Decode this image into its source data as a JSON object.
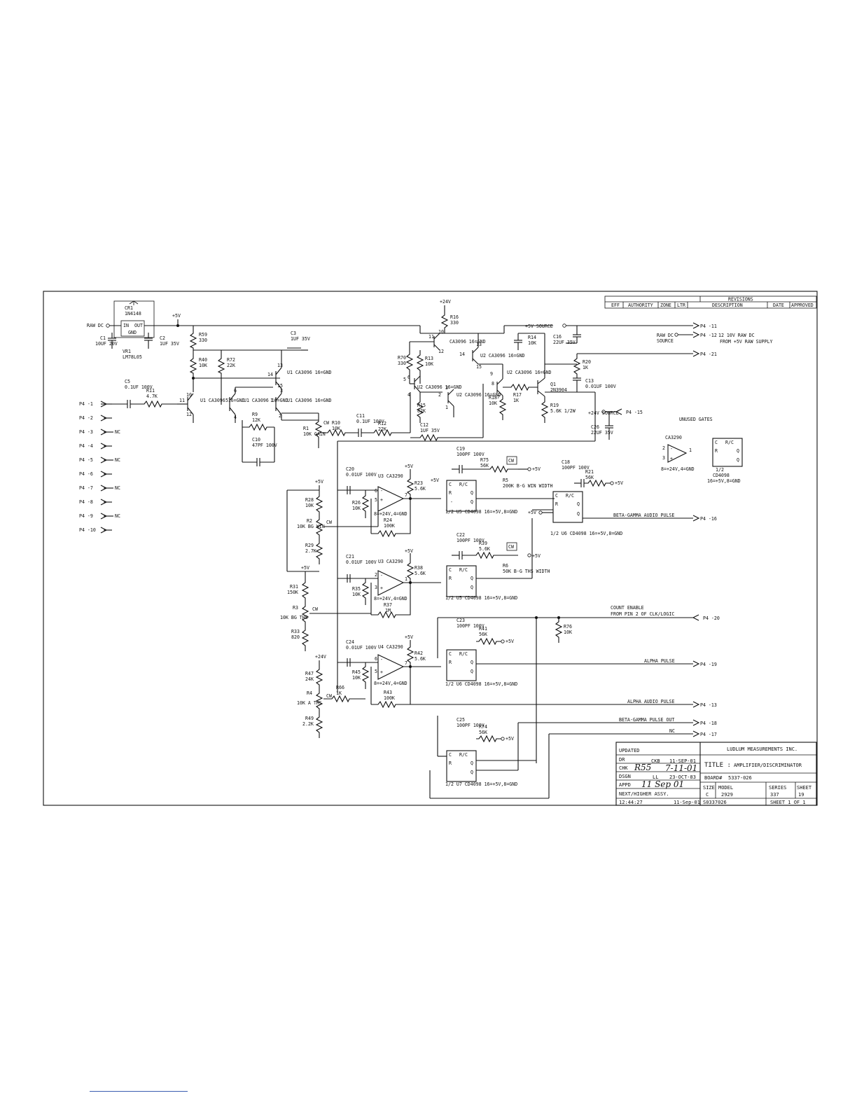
{
  "revisions": {
    "title": "REVISIONS",
    "columns": [
      "EFF",
      "AUTHORITY",
      "ZONE",
      "LTR",
      "DESCRIPTION",
      "DATE",
      "APPROVED"
    ]
  },
  "connector_pins": [
    {
      "label": "P4 -1",
      "nc": ""
    },
    {
      "label": "P4 -2",
      "nc": ""
    },
    {
      "label": "P4 -3",
      "nc": "NC"
    },
    {
      "label": "P4 -4",
      "nc": ""
    },
    {
      "label": "P4 -5",
      "nc": "NC"
    },
    {
      "label": "P4 -6",
      "nc": ""
    },
    {
      "label": "P4 -7",
      "nc": "NC"
    },
    {
      "label": "P4 -8",
      "nc": ""
    },
    {
      "label": "P4 -9",
      "nc": "NC"
    },
    {
      "label": "P4 -10",
      "nc": ""
    }
  ],
  "right_outputs": [
    {
      "pin": "P4 -11",
      "label": "+5V SOURCE"
    },
    {
      "pin": "P4 -12",
      "label": "12 10V RAW DC"
    },
    {
      "pin": "P4 -21",
      "label": ""
    },
    {
      "pin": "P4 -15",
      "label": "+24V SOURCE"
    },
    {
      "pin": "P4 -16",
      "label": "BETA-GAMMA AUDIO PULSE"
    },
    {
      "pin": "P4 -20",
      "label": "COUNT ENABLE FROM PIN 2 OF CLK/LOGIC"
    },
    {
      "pin": "P4 -19",
      "label": "ALPHA PULSE"
    },
    {
      "pin": "P4 -13",
      "label": "ALPHA AUDIO PULSE"
    },
    {
      "pin": "P4 -18",
      "label": "BETA-GAMMA PULSE OUT"
    },
    {
      "pin": "P4 -17",
      "label": "NC"
    }
  ],
  "text_raw_supply": "FROM +5V RAW SUPPLY",
  "text_raw_dc_source": "RAW DC SOURCE",
  "text_raw_dc": "RAW DC",
  "text_unused_gates": "UNUSED GATES",
  "components": [
    {
      "ref": "CR1",
      "value": "1N4148"
    },
    {
      "ref": "VR1",
      "value": "LM78L05"
    },
    {
      "ref": "C1",
      "value": "10UF 20V"
    },
    {
      "ref": "C2",
      "value": "1UF 35V"
    },
    {
      "ref": "C3",
      "value": "1UF 35V"
    },
    {
      "ref": "R59",
      "value": "330"
    },
    {
      "ref": "R40",
      "value": "10K"
    },
    {
      "ref": "R72",
      "value": "22K"
    },
    {
      "ref": "C5",
      "value": "0.1UF 100V"
    },
    {
      "ref": "R11",
      "value": "4.7K"
    },
    {
      "ref": "R9",
      "value": "12K"
    },
    {
      "ref": "C10",
      "value": "47PF 100V"
    },
    {
      "ref": "R1",
      "value": "10K GAIN"
    },
    {
      "ref": "R10",
      "value": "10K"
    },
    {
      "ref": "C11",
      "value": "0.1UF 100V"
    },
    {
      "ref": "R12",
      "value": "22K"
    },
    {
      "ref": "R16",
      "value": "330"
    },
    {
      "ref": "R70",
      "value": "330"
    },
    {
      "ref": "R13",
      "value": "10K"
    },
    {
      "ref": "R14",
      "value": "10K"
    },
    {
      "ref": "R15",
      "value": "82K"
    },
    {
      "ref": "C12",
      "value": "1UF 35V"
    },
    {
      "ref": "R18",
      "value": "10K"
    },
    {
      "ref": "R17",
      "value": "1K"
    },
    {
      "ref": "Q1",
      "value": "2N3904"
    },
    {
      "ref": "R19",
      "value": "5.6K 1/2W"
    },
    {
      "ref": "C16",
      "value": "22UF 35V"
    },
    {
      "ref": "R20",
      "value": "1K"
    },
    {
      "ref": "C13",
      "value": "0.01UF 100V"
    },
    {
      "ref": "C26",
      "value": "22UF 35V"
    },
    {
      "ref": "C20",
      "value": "0.01UF 100V"
    },
    {
      "ref": "R23",
      "value": "5.6K"
    },
    {
      "ref": "R26",
      "value": "10K"
    },
    {
      "ref": "R24",
      "value": "100K"
    },
    {
      "ref": "C19",
      "value": "100PF 100V"
    },
    {
      "ref": "R75",
      "value": "56K"
    },
    {
      "ref": "R5",
      "value": "200K B-G WIN WIDTH"
    },
    {
      "ref": "C18",
      "value": "100PF 100V"
    },
    {
      "ref": "R21",
      "value": "56K"
    },
    {
      "ref": "R28",
      "value": "10K"
    },
    {
      "ref": "R2",
      "value": "10K BG WIN"
    },
    {
      "ref": "R29",
      "value": "2.7K"
    },
    {
      "ref": "C21",
      "value": "0.01UF 100V"
    },
    {
      "ref": "R38",
      "value": "5.6K"
    },
    {
      "ref": "R35",
      "value": "10K"
    },
    {
      "ref": "R37",
      "value": "1M"
    },
    {
      "ref": "C22",
      "value": "100PF 100V"
    },
    {
      "ref": "R39",
      "value": "5.6K"
    },
    {
      "ref": "R6",
      "value": "50K B-G THS WIDTH"
    },
    {
      "ref": "R31",
      "value": "150K"
    },
    {
      "ref": "R3",
      "value": "10K BG THS"
    },
    {
      "ref": "R33",
      "value": "820"
    },
    {
      "ref": "R76",
      "value": "10K"
    },
    {
      "ref": "C23",
      "value": "100PF 100V"
    },
    {
      "ref": "R41",
      "value": "56K"
    },
    {
      "ref": "C24",
      "value": "0.01UF 100V"
    },
    {
      "ref": "R42",
      "value": "5.6K"
    },
    {
      "ref": "R45",
      "value": "10K"
    },
    {
      "ref": "R43",
      "value": "100K"
    },
    {
      "ref": "R47",
      "value": "24K"
    },
    {
      "ref": "R4",
      "value": "10K A THS"
    },
    {
      "ref": "R66",
      "value": "1K"
    },
    {
      "ref": "R49",
      "value": "2.2K"
    },
    {
      "ref": "C25",
      "value": "100PF 100V"
    },
    {
      "ref": "R74",
      "value": "56K"
    }
  ],
  "ic_labels": {
    "u1_a": "U1 CA3096 16=GND",
    "u1_b": "U1 CA3096 16=GND",
    "u1_c": "U1 CA3096 16=GND",
    "u1_d": "U1 CA3096 16=GND",
    "u2_a": "CA3096 16=GND",
    "u2_b": "U2 CA3096 16=GND",
    "u2_c": "U2 CA3096 16=GND",
    "u2_d": "U2 CA3096 16=GND",
    "u2_e": "U2 CA3096 16=GND",
    "u3_a": "U3 CA3290",
    "u3_a_pwr": "8=+24V,4=GND",
    "u3_b": "U3 CA3290",
    "u3_b_pwr": "8=+24V,4=GND",
    "u4": "U4 CA3290",
    "u4_pwr": "8=+24V,4=GND",
    "u5_a": "1/2 U5 CD4098 16=+5V,8=GND",
    "u5_b": "1/2 U5 CD4098 16=+5V,8=GND",
    "u6_a": "1/2 U6 CD4098 16=+5V,8=GND",
    "u6_b": "1/2 U6 CD4098 16=+5V,8=GND",
    "u7": "1/2 U7 CD4098 16=+5V,8=GND",
    "unused_opamp": "CA3290",
    "unused_opamp_pwr": "8=+24V,4=GND",
    "unused_oneshot": "1/2 CD4098 16=+5V,8=GND"
  },
  "rails": {
    "v5": "+5V",
    "v24": "+24V",
    "cw": "CW"
  },
  "title_block": {
    "updated": "UPDATED",
    "dr": "DR",
    "ckb": "CKB",
    "date_dr": "11-SEP-01",
    "chk": "CHK",
    "chk_sig": "R55",
    "chk_date": "7-11-01",
    "dsgn": "DSGN",
    "dsgn_init": "LL",
    "dsgn_date": "23-OCT-83",
    "appd": "APPD",
    "appd_sig": "11 Sep 01",
    "next_assy": "NEXT/HIGHER ASSY.",
    "company": "LUDLUM MEASUREMENTS INC.",
    "title_label": "TITLE :",
    "title": "AMPLIFIER/DISCRIMINATOR",
    "board_label": "BOARD#",
    "board": "5337-026",
    "size_label": "SIZE",
    "size": "C",
    "model_label": "MODEL",
    "model": "2929",
    "series_label": "SERIES",
    "series": "337",
    "sheet_label": "SHEET",
    "sheet": "19",
    "time": "12:44:27",
    "plot_date": "11-Sep-01",
    "drawing_no": "S0337026",
    "sheet_of": "SHEET 1 OF 1"
  }
}
